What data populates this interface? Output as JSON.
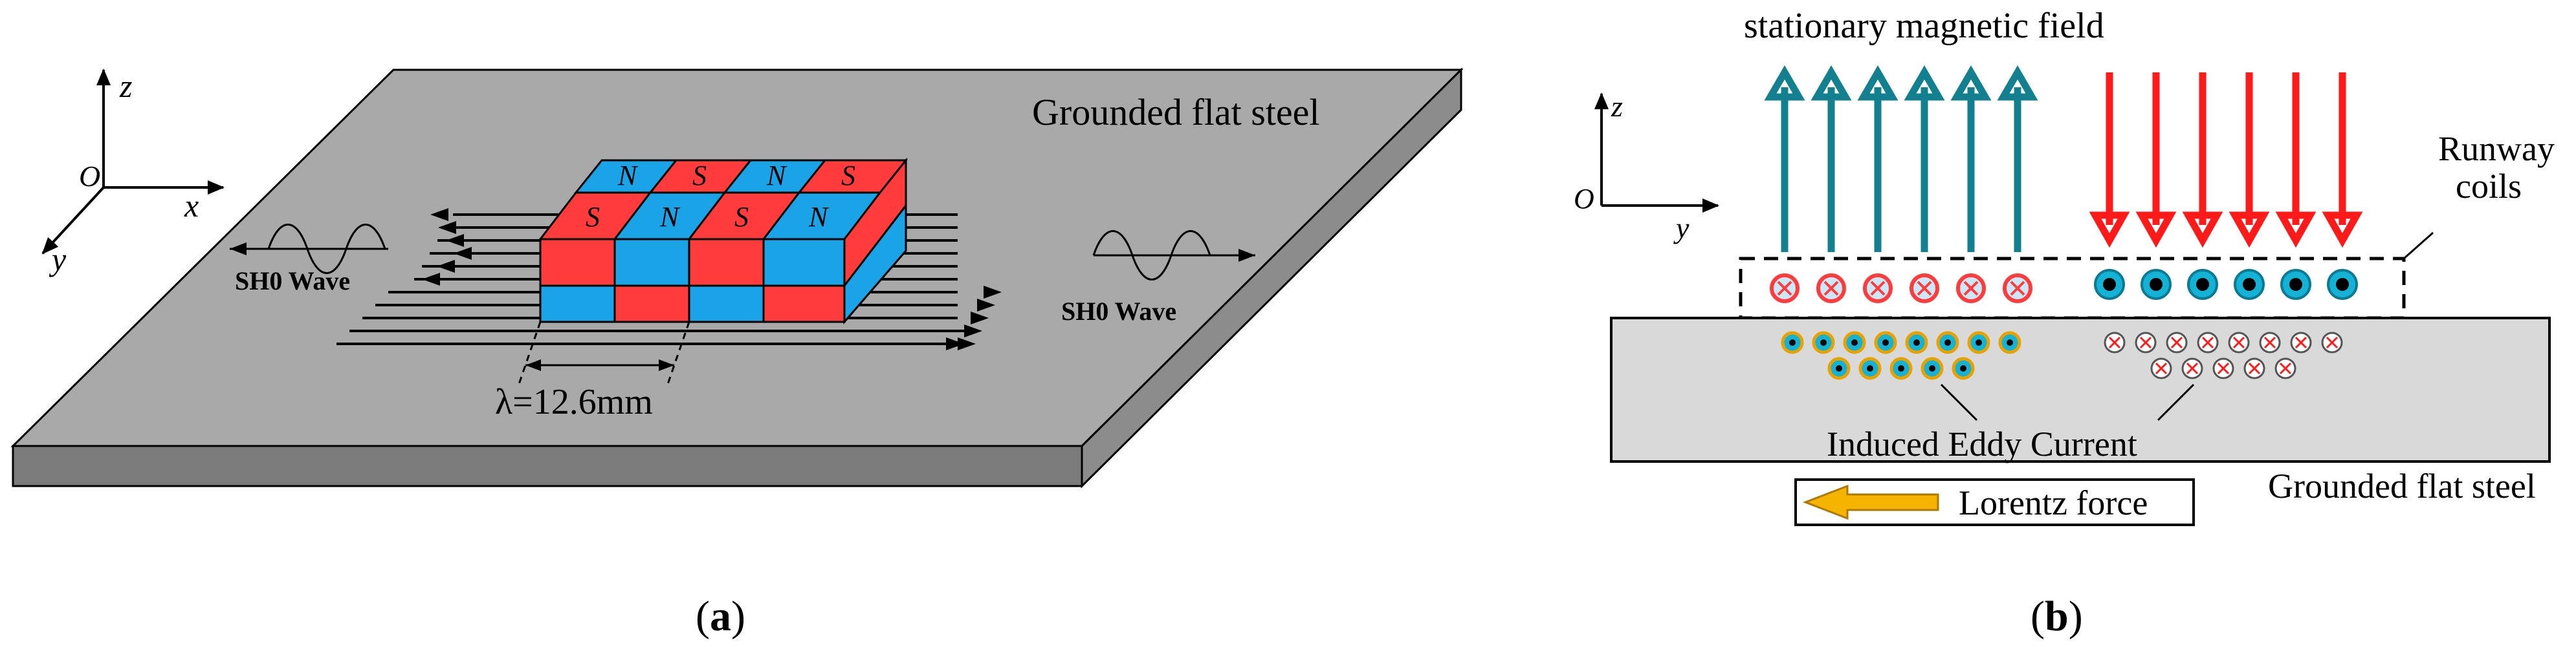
{
  "panel_a": {
    "caption_open": "(",
    "caption_letter": "a",
    "caption_close": ")",
    "axis_z": "z",
    "axis_x": "x",
    "axis_y": "y",
    "axis_origin": "O",
    "plate_label": "Grounded flat steel",
    "wave_left": "SH0 Wave",
    "wave_right": "SH0 Wave",
    "wavelength": "λ=12.6mm",
    "magnets_top": [
      "N",
      "S",
      "N",
      "S"
    ],
    "magnets_front": [
      "S",
      "N",
      "S",
      "N"
    ],
    "colors": {
      "north": "#1aa3e6",
      "south": "#ff3b3b",
      "plate_top": "#a9a9a9",
      "plate_side": "#7b7b7b"
    }
  },
  "panel_b": {
    "caption_open": "(",
    "caption_letter": "b",
    "caption_close": ")",
    "field_label": "stationary magnetic field",
    "axis_z": "z",
    "axis_y": "y",
    "axis_origin": "O",
    "coils_label_1": "Runway",
    "coils_label_2": "coils",
    "eddy_label": "Induced Eddy Current",
    "steel_label": "Grounded flat steel",
    "force_label": "Lorentz force",
    "colors": {
      "field_up": "#13808f",
      "field_down": "#ff1a1a",
      "force_arrow": "#f5b400",
      "steel": "#d9d9d9"
    }
  }
}
